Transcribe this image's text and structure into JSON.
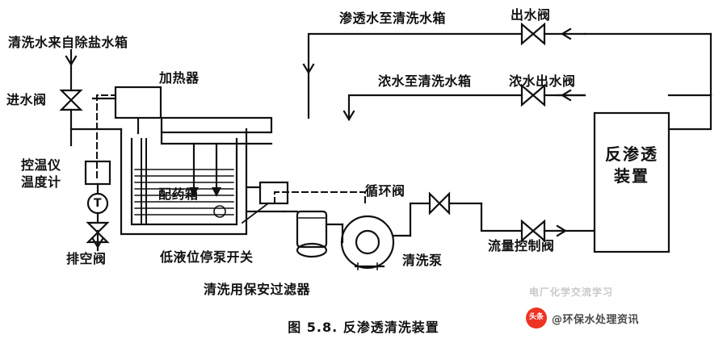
{
  "figure": {
    "caption": "图 5.8. 反渗透清洗装置",
    "equipment": {
      "ro_unit": "反渗透\n装置",
      "ro_unit_lines": [
        "反渗透",
        "装置"
      ],
      "mixing_tank": "配药箱",
      "heater": "加热器"
    }
  },
  "labels": {
    "feed_from_demin_tank": "清洗水来自除盐水箱",
    "inlet_valve": "进水阀",
    "heater": "加热器",
    "temp_controller": "控温仪",
    "thermometer": "温度计",
    "drain_valve": "排空阀",
    "low_level_pump_stop_switch": "低液位停泵开关",
    "mixing_tank": "配药箱",
    "cleaning_safety_filter": "清洗用保安过滤器",
    "cleaning_pump": "清洗泵",
    "circulation_valve": "循环阀",
    "flow_control_valve": "流量控制阀",
    "permeate_to_cleaning_tank": "渗透水至清洗水箱",
    "concentrate_to_cleaning_tank": "浓水至清洗水箱",
    "permeate_outlet_valve": "出水阀",
    "concentrate_outlet_valve": "浓水出水阀",
    "ro_unit_line1": "反渗透",
    "ro_unit_line2": "装置",
    "temp_gauge_letter": "T"
  },
  "watermark": {
    "text": "电厂化学交流学习",
    "badge_logo": "头条",
    "badge_text": "@环保水处理资讯"
  },
  "colors": {
    "line": "#111111",
    "background": "#ffffff",
    "watermark": "#c8c8c8",
    "badge": "#ee3322"
  }
}
